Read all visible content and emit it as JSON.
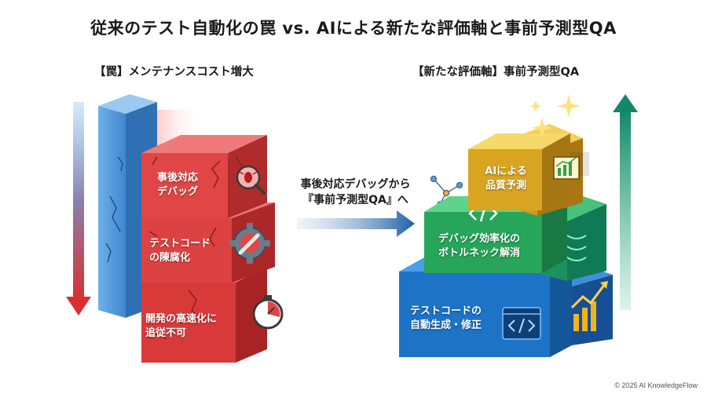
{
  "title": "従来のテスト自動化の罠 vs. AIによる新たな評価軸と事前予測型QA",
  "left": {
    "heading": "【罠】メンテナンスコスト増大",
    "blocks": [
      {
        "line1": "事後対応",
        "line2": "デバッグ",
        "icon": "bug-search-icon"
      },
      {
        "line1": "テストコード",
        "line2": "の陳腐化",
        "icon": "gear-wrench-icon"
      },
      {
        "line1": "開発の高速化に",
        "line2": "追従不可",
        "icon": "stopwatch-icon"
      }
    ]
  },
  "middle": {
    "line1": "事後対応デバッグから",
    "line2": "『事前予測型QA』へ"
  },
  "right": {
    "heading": "【新たな評価軸】事前予測型QA",
    "blocks": [
      {
        "line1": "AIによる",
        "line2": "品質予測",
        "icon": "sparkle-icon"
      },
      {
        "line1": "デバッグ効率化の",
        "line2": "ボトルネック解消",
        "icon": "code-tag-icon"
      },
      {
        "line1": "テストコードの",
        "line2": "自動生成・修正",
        "icon": "code-window-icon"
      }
    ]
  },
  "footer": "© 2025 AI KnowledgeFlow",
  "colors": {
    "red": "#d83a3a",
    "blue_pillar": "#4a8fd4",
    "green": "#27a55a",
    "gold": "#d9a520",
    "navy_blue": "#1e6fc0",
    "teal": "#0f8f6f"
  }
}
